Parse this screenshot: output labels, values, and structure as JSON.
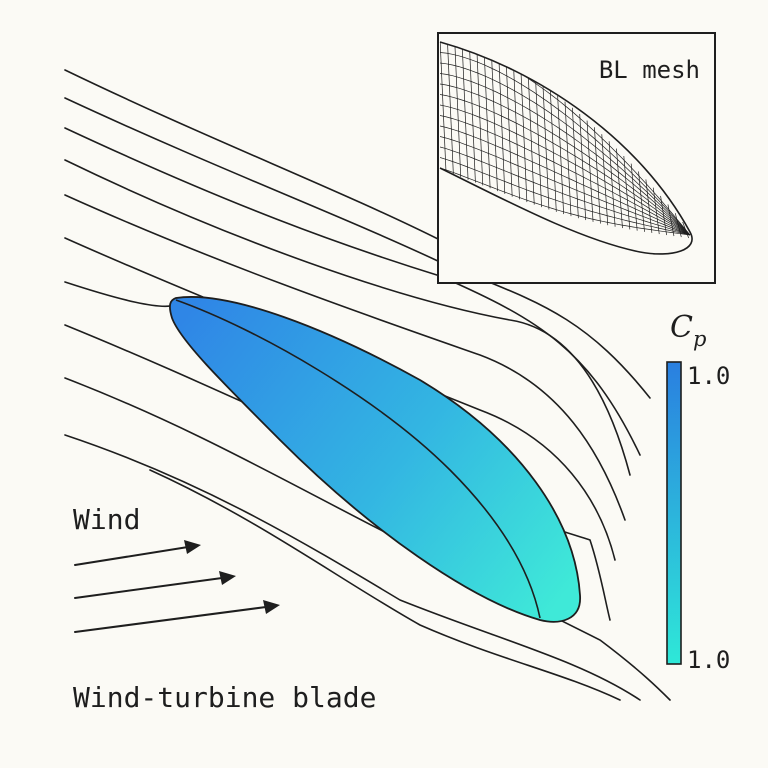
{
  "labels": {
    "wind": "Wind",
    "caption": "Wind-turbine blade",
    "inset_title": "BL mesh"
  },
  "colorbar": {
    "symbol": "C",
    "subscript": "p",
    "top_value": "1.0",
    "bottom_value": "1.0",
    "top_color": "#2a7fe0",
    "bottom_color": "#2ee8d8"
  },
  "colors": {
    "background": "#fbfaf5",
    "stroke": "#1e1e1e",
    "blade_light": "#3fe6d6",
    "blade_dark": "#2f86e6"
  },
  "icons": {
    "wind_arrows": "arrow-right-icon"
  }
}
